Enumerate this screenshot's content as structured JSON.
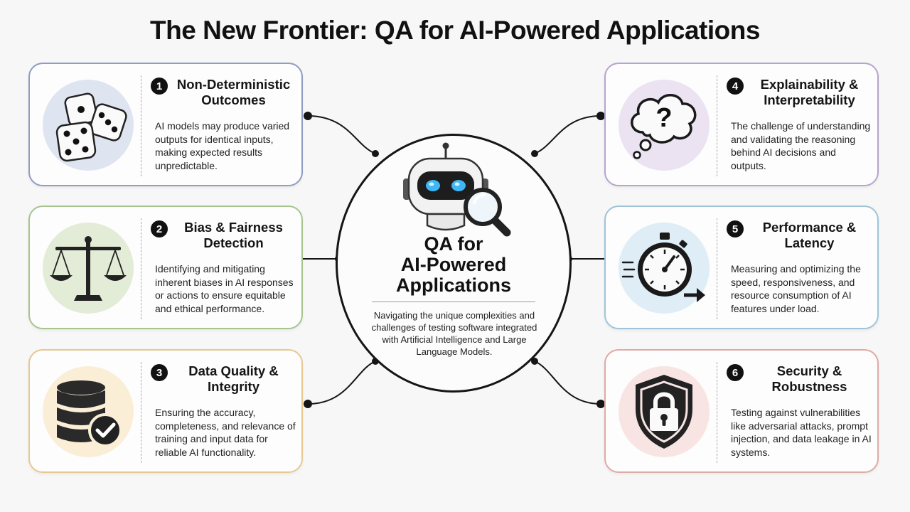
{
  "title": "The New Frontier: QA for AI-Powered Applications",
  "center": {
    "title_line1": "QA for",
    "title_line2": "AI-Powered",
    "title_line3": "Applications",
    "description": "Navigating the unique complexities and challenges of testing software integrated with Artificial Intelligence and Large Language Models."
  },
  "cards": [
    {
      "number": "1",
      "heading": "Non-Deterministic Outcomes",
      "description": "AI models may produce varied outputs for identical inputs, making expected results unpredictable.",
      "icon": "dice-icon",
      "accent": "#8f9dc2",
      "tint": "#dfe4f1"
    },
    {
      "number": "2",
      "heading": "Bias & Fairness Detection",
      "description": "Identifying and mitigating inherent biases in AI responses or actions to ensure equitable and ethical performance.",
      "icon": "scales-icon",
      "accent": "#a7c48f",
      "tint": "#e3ecd6"
    },
    {
      "number": "3",
      "heading": "Data Quality & Integrity",
      "description": "Ensuring the accuracy, completeness, and relevance of training and input data for reliable AI functionality.",
      "icon": "database-check-icon",
      "accent": "#e8c890",
      "tint": "#fbeed7"
    },
    {
      "number": "4",
      "heading": "Explainability & Interpretability",
      "description": "The challenge of understanding and validating the reasoning behind AI decisions and outputs.",
      "icon": "question-thought-icon",
      "accent": "#b7a4cc",
      "tint": "#ebe3f2"
    },
    {
      "number": "5",
      "heading": "Performance & Latency",
      "description": "Measuring and optimizing the speed, responsiveness, and resource consumption of AI features under load.",
      "icon": "stopwatch-icon",
      "accent": "#9ec4d9",
      "tint": "#deedf6"
    },
    {
      "number": "6",
      "heading": "Security & Robustness",
      "description": "Testing against vulnerabilities like adversarial attacks, prompt injection, and data leakage in AI systems.",
      "icon": "shield-lock-icon",
      "accent": "#e0aaa6",
      "tint": "#f8e5e3"
    }
  ]
}
